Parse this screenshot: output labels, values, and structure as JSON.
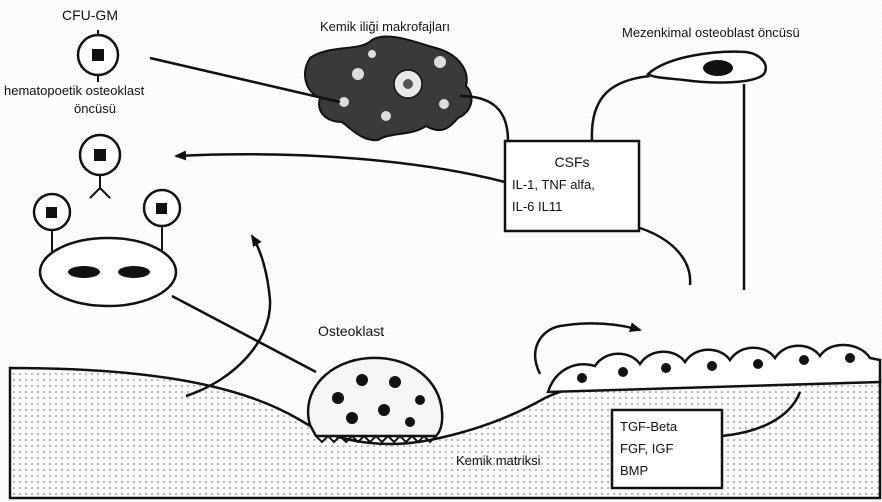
{
  "labels": {
    "cfu_gm": "CFU-GM",
    "hematopoietic_line1": "hematopoetik osteoklast",
    "hematopoietic_line2": "öncüsü",
    "macrophages": "Kemik iliği makrofajları",
    "mesenchymal": "Mezenkimal osteoblast öncüsü",
    "osteoclast": "Osteoklast",
    "bone_matrix": "Kemik matriksi"
  },
  "cytokine_box": {
    "title": "CSFs",
    "line1": "IL-1, TNF alfa,",
    "line2": "IL-6  IL11"
  },
  "growth_factor_box": {
    "line1": "TGF-Beta",
    "line2": "FGF, IGF",
    "line3": "BMP"
  },
  "colors": {
    "ink": "#111111",
    "bone_dots": "#9a9a9a",
    "macrophage_fill": "#3a3a3a"
  }
}
